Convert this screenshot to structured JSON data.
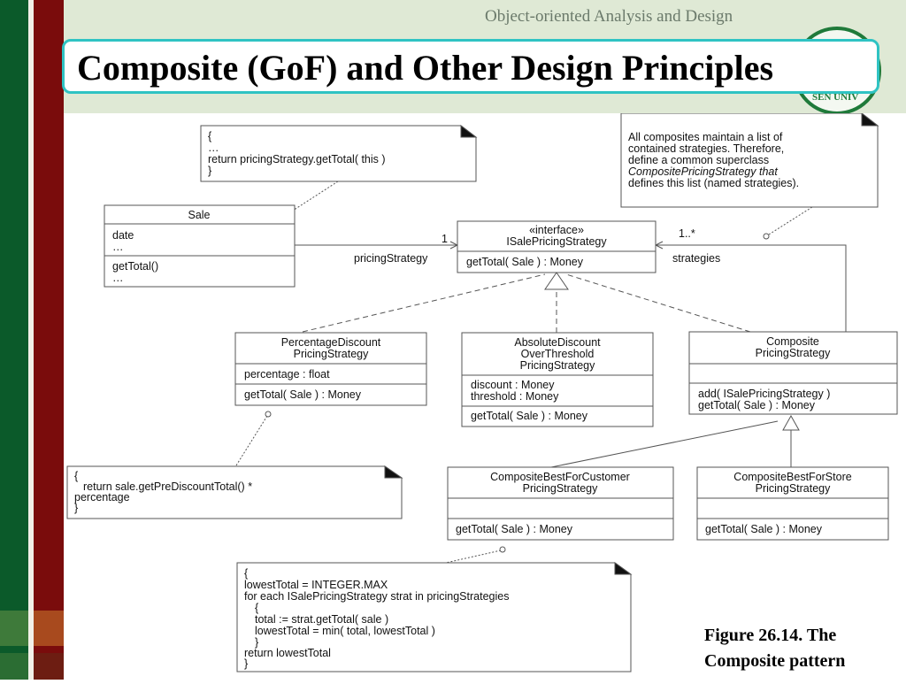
{
  "header": {
    "subject": "Object-oriented Analysis and Design",
    "title": "Composite (GoF) and Other Design Principles",
    "logo_text": "SEN UNIV"
  },
  "colors": {
    "green_bar": "#0b5a2a",
    "red_bar": "#7a0c0c",
    "title_border": "#2fc3c3",
    "header_band": "#dfe9d5"
  },
  "diagram": {
    "sale_note": [
      "{",
      "…",
      "return pricingStrategy.getTotal( this )",
      "}"
    ],
    "sale": {
      "name": "Sale",
      "attrs": [
        "date",
        "…"
      ],
      "ops": [
        "getTotal()",
        "…"
      ]
    },
    "composite_note": [
      "All composites maintain a list of",
      "contained strategies. Therefore,",
      "define a common superclass",
      "CompositePricingStrategy that",
      "defines this list (named strategies)."
    ],
    "interface": {
      "stereotype": "«interface»",
      "name": "ISalePricingStrategy",
      "ops": [
        "getTotal( Sale ) : Money"
      ]
    },
    "assoc": {
      "mult_one": "1",
      "role_pricing": "pricingStrategy",
      "mult_many": "1..*",
      "role_strategies": "strategies"
    },
    "percentage": {
      "name": [
        "PercentageDiscount",
        "PricingStrategy"
      ],
      "attrs": [
        "percentage : float"
      ],
      "ops": [
        "getTotal( Sale ) : Money"
      ]
    },
    "absolute": {
      "name": [
        "AbsoluteDiscount",
        "OverThreshold",
        "PricingStrategy"
      ],
      "attrs": [
        "discount : Money",
        "threshold : Money"
      ],
      "ops": [
        "getTotal( Sale ) : Money"
      ]
    },
    "composite": {
      "name": [
        "Composite",
        "PricingStrategy"
      ],
      "ops": [
        "add( ISalePricingStrategy )",
        "getTotal( Sale ) : Money"
      ]
    },
    "percentage_note": [
      "{",
      "return sale.getPreDiscountTotal() *",
      "percentage",
      "}"
    ],
    "best_customer": {
      "name": [
        "CompositeBestForCustomer",
        "PricingStrategy"
      ],
      "ops": [
        "getTotal( Sale ) : Money"
      ]
    },
    "best_store": {
      "name": [
        "CompositeBestForStore",
        "PricingStrategy"
      ],
      "ops": [
        "getTotal( Sale ) : Money"
      ]
    },
    "customer_note": [
      "{",
      "lowestTotal = INTEGER.MAX",
      "for each ISalePricingStrategy strat in pricingStrategies",
      "{",
      "total := strat.getTotal( sale )",
      "lowestTotal = min( total, lowestTotal )",
      "}",
      "return lowestTotal",
      "}"
    ]
  },
  "caption": [
    "Figure 26.14. The",
    "Composite pattern"
  ]
}
